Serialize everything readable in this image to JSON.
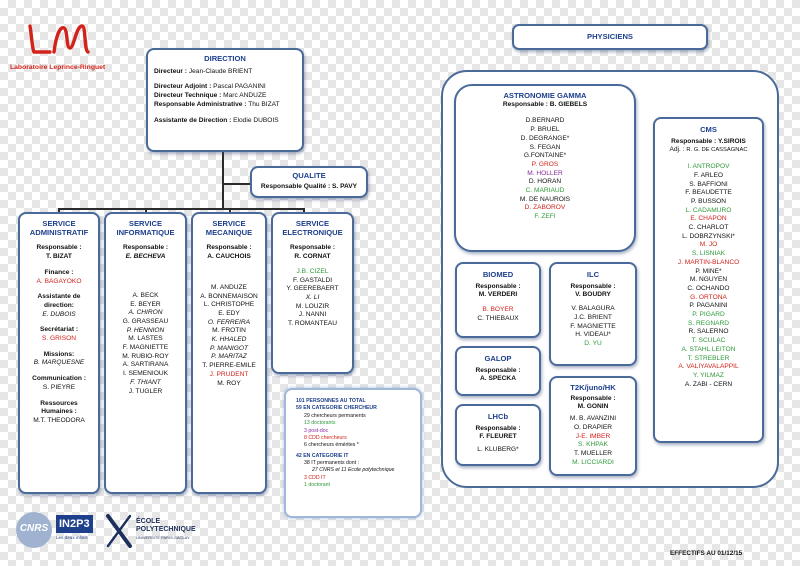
{
  "logo": {
    "lab_name": "Laboratoire Leprince-Ringuet",
    "brand_color": "#d2221a"
  },
  "direction": {
    "title": "DIRECTION",
    "lines": [
      {
        "label": "Directeur :",
        "value": "Jean-Claude BRIENT"
      },
      {
        "label": "Directeur Adjoint :",
        "value": "Pascal PAGANINI"
      },
      {
        "label": "Directeur Technique :",
        "value": "Marc ANDUZE"
      },
      {
        "label": "Responsable Administrative :",
        "value": "Thu BIZAT"
      },
      {
        "label": "Assistante de Direction :",
        "value": "Elodie DUBOIS"
      }
    ]
  },
  "qualite": {
    "title": "QUALITE",
    "label": "Responsable Qualité :",
    "value": "S. PAVY"
  },
  "services": {
    "admin": {
      "title1": "SERVICE",
      "title2": "ADMINISTRATIF",
      "resp_label": "Responsable :",
      "resp": "T. BIZAT",
      "finance_label": "Finance :",
      "finance": "A. BAGAYOKO",
      "assist_label": "Assistante de direction:",
      "assist": "E. DUBOIS",
      "secr_label": "Secrétariat :",
      "secr": "S. GRISON",
      "missions_label": "Missions:",
      "missions": "B. MARQUESNE",
      "comm_label": "Communication :",
      "comm": "S. PIEYRE",
      "rh_label": "Ressources Humaines :",
      "rh": "M.T. THEODORA"
    },
    "info": {
      "title1": "SERVICE",
      "title2": "INFORMATIQUE",
      "resp_label": "Responsable :",
      "resp": "E. BECHEVA",
      "members": [
        "A. BECK",
        "E. BEYER",
        "A. CHIRON",
        "G. GRASSEAU",
        "P. HENNION",
        "M. LASTES",
        "F. MAGNIETTE",
        "M. RUBIO-ROY",
        "A. SARTIRANA",
        "I. SEMENIOUK",
        "F. THIANT",
        "J. TUGLER"
      ]
    },
    "meca": {
      "title1": "SERVICE",
      "title2": "MECANIQUE",
      "resp_label": "Responsable :",
      "resp": "A. CAUCHOIS",
      "members": [
        "M. ANDUZE",
        "A. BONNEMAISON",
        "L. CHRISTOPHE",
        "E. EDY",
        "O. FERREIRA",
        "M. FROTIN",
        "K. HHALED",
        "P. MANIGOT",
        "P. MARITAZ",
        "T. PIERRE-EMILE",
        "J. PRUDENT",
        "M. ROY"
      ]
    },
    "elec": {
      "title1": "SERVICE",
      "title2": "ELECTRONIQUE",
      "resp_label": "Responsable :",
      "resp": "R. CORNAT",
      "members": [
        "J.B. CIZEL",
        "F. GASTALDI",
        "Y. GEEREBAERT",
        "X. LI",
        "M. LOUZIR",
        "J. NANNI",
        "T. ROMANTEAU"
      ]
    }
  },
  "stats": {
    "total": "101  PERSONNES AU TOTAL",
    "cat_ch": "59  EN CATEGORIE CHERCHEUR",
    "ch_lines": [
      "29  chercheurs permanents",
      "13  doctorants",
      "3  post-doc",
      "8  CDD chercheurs",
      "6  chercheurs  émérites *"
    ],
    "cat_it": "42  EN CATEGORIE  IT",
    "it_lines": [
      "38  IT permanents dont :",
      "27 CNRS et 11 Ecole polytechnique",
      "3  CDD IT",
      "1  doctorant"
    ]
  },
  "physiciens": {
    "title": "PHYSICIENS"
  },
  "astro": {
    "title": "ASTRONOMIE GAMMA",
    "resp_label": "Responsable :",
    "resp": "B. GIEBELS",
    "members": [
      "D.BERNARD",
      "P. BRUEL",
      "D. DEGRANGE*",
      "S. FEGAN",
      "G.FONTAINE*",
      "P. GROS",
      "M. HOLLER",
      "D. HORAN",
      "C. MARIAUD",
      "M. DE NAUROIS",
      "D. ZABOROV",
      "F. ZEFI"
    ]
  },
  "biomed": {
    "title": "BIOMED",
    "resp_label": "Responsable :",
    "resp": "M. VERDERI",
    "members": [
      "B. BOYER",
      "C. THIEBAUX"
    ]
  },
  "ilc": {
    "title": "ILC",
    "resp_label": "Responsable :",
    "resp": "V. BOUDRY",
    "members": [
      "V. BALAGURA",
      "J.C. BRIENT",
      "F. MAGNIETTE",
      "H. VIDEAU*",
      "D. YU"
    ]
  },
  "galop": {
    "title": "GALOP",
    "resp_label": "Responsable :",
    "resp": "A. SPECKA"
  },
  "lhcb": {
    "title": "LHCb",
    "resp_label": "Responsable :",
    "resp": "F. FLEURET",
    "members": [
      "L. KLUBERG*"
    ]
  },
  "t2k": {
    "title": "T2K/juno/HK",
    "resp_label": "Responsable :",
    "resp": "M. GONIN",
    "members": [
      "M. B. AVANZINI",
      "O. DRAPIER",
      "J-E. IMBER",
      "S. KHPAK",
      "T. MUELLER",
      "M. LICCIARDI"
    ]
  },
  "cms": {
    "title": "CMS",
    "resp_label": "Responsable :",
    "resp": "Y.SIROIS",
    "adj_label": "Adj. :",
    "adj": "R. G. DE CASSAGNAC",
    "members": [
      "I. ANTROPOV",
      "F. ARLEO",
      "S. BAFFIONI",
      "F. BEAUDETTE",
      "P. BUSSON",
      "L. CADAMURO",
      "E. CHAPON",
      "C. CHARLOT",
      "L. DOBRZYNSKI*",
      "M. JO",
      "S. LISNIAK",
      "J. MARTIN-BLANCO",
      "P. MINE*",
      "M. NGUYEN",
      "C. OCHANDO",
      "G. ORTONA",
      "P. PAGANINI",
      "P. PIGARD",
      "S. REGNARD",
      "R. SALERNO",
      "T. SCULAC",
      "A. STAHL LEITON",
      "T. STREBLER",
      "A. VALIYAVALAPPIL",
      "Y. YILMAZ",
      "A. ZABI - CERN"
    ]
  },
  "footer": {
    "cnrs": "CNRS",
    "in2p3": "IN2P3",
    "in2p3_sub": "Les deux infinis",
    "ecole_top": "ÉCOLE",
    "ecole_mid": "POLYTECHNIQUE",
    "ecole_sub": "UNIVERSITÉ PARIS-SACLAY",
    "effectifs": "EFFECTIFS AU 01/12/15"
  }
}
